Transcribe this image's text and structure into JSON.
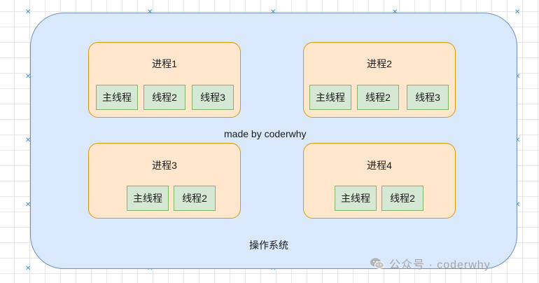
{
  "diagram": {
    "caption": "made by coderwhy",
    "os_label": "操作系统",
    "processes": [
      {
        "title": "进程1",
        "threads": [
          "主线程",
          "线程2",
          "线程3"
        ]
      },
      {
        "title": "进程2",
        "threads": [
          "主线程",
          "线程2",
          "线程3"
        ]
      },
      {
        "title": "进程3",
        "threads": [
          "主线程",
          "线程2"
        ]
      },
      {
        "title": "进程4",
        "threads": [
          "主线程",
          "线程2"
        ]
      }
    ]
  },
  "watermark": {
    "text": "公众号 · coderwhy",
    "icon": "wechat-icon"
  },
  "colors": {
    "os_fill": "#dae8fc",
    "os_stroke": "#6c8ebf",
    "process_fill": "#ffe6cc",
    "process_stroke": "#d79b00",
    "thread_fill": "#d5e8d4",
    "thread_stroke": "#82b366",
    "marker": "#3a8ad8"
  }
}
